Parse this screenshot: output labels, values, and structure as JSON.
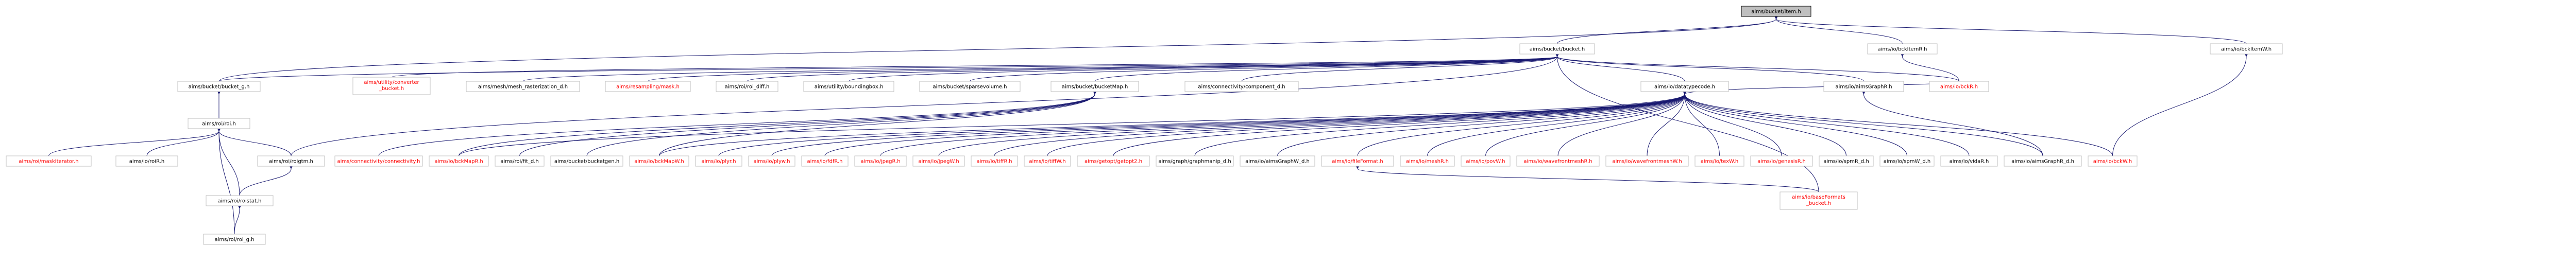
{
  "colors": {
    "edge": "#191970",
    "node_border": "#bfbfbf",
    "text_normal": "#000000",
    "text_link_missing": "#ff0000",
    "root_fill": "#bfbfbf",
    "root_border": "#000000"
  },
  "nodes": [
    {
      "id": "root",
      "label": "aims/bucket/item.h",
      "kind": "root"
    },
    {
      "id": "bucket",
      "label": "aims/bucket/bucket.h",
      "kind": "normal"
    },
    {
      "id": "bckItemR",
      "label": "aims/io/bckItemR.h",
      "kind": "normal"
    },
    {
      "id": "bckItemW",
      "label": "aims/io/bckItemW.h",
      "kind": "normal"
    },
    {
      "id": "bucket_g",
      "label": "aims/bucket/bucket_g.h",
      "kind": "normal"
    },
    {
      "id": "converter_bucket",
      "label": "aims/utility/converter\n_bucket.h",
      "kind": "missing"
    },
    {
      "id": "mesh_rast",
      "label": "aims/mesh/mesh_rasterization_d.h",
      "kind": "normal"
    },
    {
      "id": "resampling",
      "label": "aims/resampling/mask.h",
      "kind": "missing"
    },
    {
      "id": "roi_diff",
      "label": "aims/roi/roi_diff.h",
      "kind": "normal"
    },
    {
      "id": "bbox",
      "label": "aims/utility/boundingbox.h",
      "kind": "normal"
    },
    {
      "id": "sparsevol",
      "label": "aims/bucket/sparsevolume.h",
      "kind": "normal"
    },
    {
      "id": "bucketMap",
      "label": "aims/bucket/bucketMap.h",
      "kind": "normal"
    },
    {
      "id": "component_d",
      "label": "aims/connectivity/component_d.h",
      "kind": "normal"
    },
    {
      "id": "datatypecode",
      "label": "aims/io/datatypecode.h",
      "kind": "normal"
    },
    {
      "id": "aimsGraphR",
      "label": "aims/io/aimsGraphR.h",
      "kind": "normal"
    },
    {
      "id": "bckR",
      "label": "aims/io/bckR.h",
      "kind": "missing"
    },
    {
      "id": "roi_h",
      "label": "aims/roi/roi.h",
      "kind": "normal"
    },
    {
      "id": "maskIterator",
      "label": "aims/roi/maskIterator.h",
      "kind": "missing"
    },
    {
      "id": "roiIO",
      "label": "aims/io/roiR.h",
      "kind": "normal"
    },
    {
      "id": "roistat",
      "label": "aims/roi/roistat.h",
      "kind": "normal"
    },
    {
      "id": "roigtm",
      "label": "aims/roi/roigtm.h",
      "kind": "normal"
    },
    {
      "id": "roi_g",
      "label": "aims/roi/roi_g.h",
      "kind": "normal"
    },
    {
      "id": "conn_conn",
      "label": "aims/connectivity/connectivity.h",
      "kind": "missing"
    },
    {
      "id": "bckMapR",
      "label": "aims/io/bckMapR.h",
      "kind": "missing"
    },
    {
      "id": "roiIterator",
      "label": "aims/roi/fit_d.h",
      "kind": "normal"
    },
    {
      "id": "bucketgen",
      "label": "aims/bucket/bucketgen.h",
      "kind": "normal"
    },
    {
      "id": "bckMapW",
      "label": "aims/io/bckMapW.h",
      "kind": "missing"
    },
    {
      "id": "plyr",
      "label": "aims/io/plyr.h",
      "kind": "missing"
    },
    {
      "id": "plyw",
      "label": "aims/io/plyw.h",
      "kind": "missing"
    },
    {
      "id": "fdfR",
      "label": "aims/io/fdfR.h",
      "kind": "missing"
    },
    {
      "id": "jpegR",
      "label": "aims/io/jpegR.h",
      "kind": "missing"
    },
    {
      "id": "jpegW",
      "label": "aims/io/jpegW.h",
      "kind": "missing"
    },
    {
      "id": "tiffR",
      "label": "aims/io/tiffR.h",
      "kind": "missing"
    },
    {
      "id": "tiffW",
      "label": "aims/io/tiffW.h",
      "kind": "missing"
    },
    {
      "id": "getopt2",
      "label": "aims/getopt/getopt2.h",
      "kind": "missing"
    },
    {
      "id": "graphmanip",
      "label": "aims/graph/graphmanip_d.h",
      "kind": "normal"
    },
    {
      "id": "aimsGraphW_d",
      "label": "aims/io/aimsGraphW_d.h",
      "kind": "normal"
    },
    {
      "id": "fileFormat",
      "label": "aims/io/fileFormat.h",
      "kind": "missing"
    },
    {
      "id": "meshR",
      "label": "aims/io/meshR.h",
      "kind": "missing"
    },
    {
      "id": "povW",
      "label": "aims/io/povW.h",
      "kind": "missing"
    },
    {
      "id": "wfmeshR",
      "label": "aims/io/wavefrontmeshR.h",
      "kind": "missing"
    },
    {
      "id": "wfmeshW",
      "label": "aims/io/wavefrontmeshW.h",
      "kind": "missing"
    },
    {
      "id": "texR",
      "label": "aims/io/texW.h",
      "kind": "missing"
    },
    {
      "id": "genesisR",
      "label": "aims/io/genesisR.h",
      "kind": "missing"
    },
    {
      "id": "spmR_d",
      "label": "aims/io/spmR_d.h",
      "kind": "normal"
    },
    {
      "id": "spmW_d",
      "label": "aims/io/spmW_d.h",
      "kind": "normal"
    },
    {
      "id": "vidaR",
      "label": "aims/io/vidaR.h",
      "kind": "normal"
    },
    {
      "id": "aimsGraphR_d",
      "label": "aims/io/aimsGraphR_d.h",
      "kind": "normal"
    },
    {
      "id": "bckW",
      "label": "aims/io/bckW.h",
      "kind": "missing"
    },
    {
      "id": "baseFormats_bucket",
      "label": "aims/io/baseFormats\n_bucket.h",
      "kind": "missing"
    }
  ]
}
